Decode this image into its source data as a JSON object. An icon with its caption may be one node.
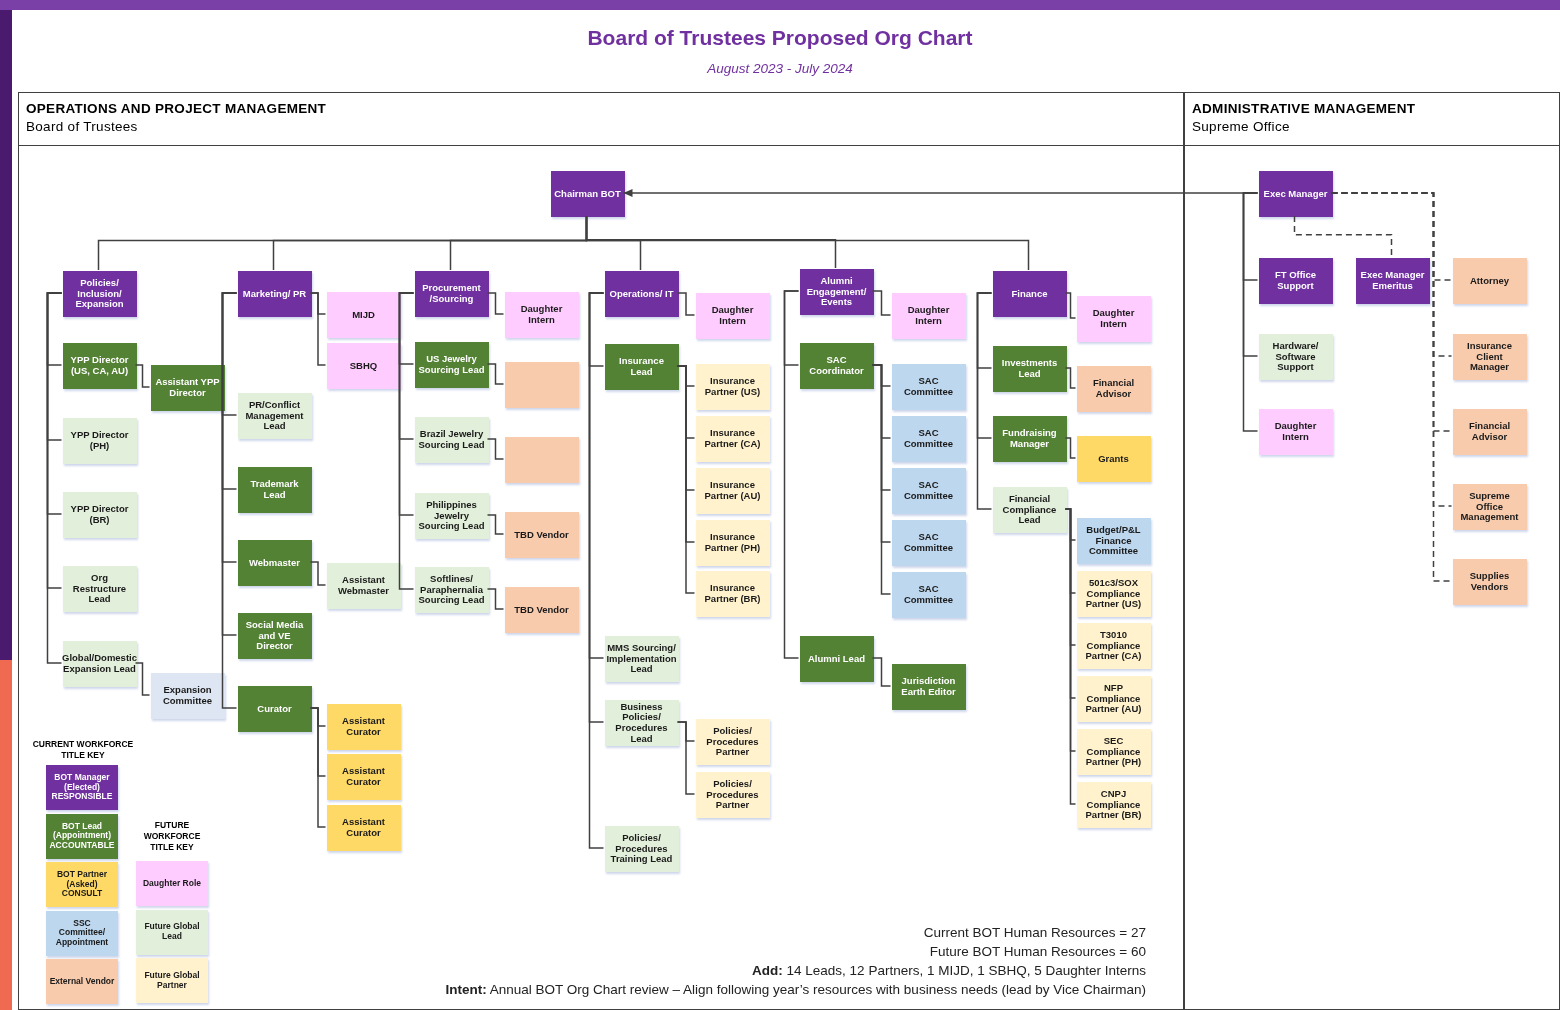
{
  "diagram": {
    "title": "Board of Trustees Proposed Org Chart",
    "nodes": [
      {
        "text": [
          "OPERATIONS AND PROJECT MANAGEMENT",
          "Board of Trustees"
        ]
      },
      {
        "text": [
          "Chairman BOT"
        ],
        "in": 0
      },
      {
        "text": [
          "Policies/ Inclusion/ Expansion"
        ],
        "in": 0
      },
      {
        "text": [
          "YPP Director (US, CA, AU)"
        ],
        "in": 0
      },
      {
        "text": [
          "Assistant YPP Director"
        ],
        "in": 0
      },
      {
        "text": [
          "YPP Director (PH)"
        ],
        "in": 0
      },
      {
        "text": [
          "YPP Director (BR)"
        ],
        "in": 0
      },
      {
        "text": [
          "Org Restructure Lead"
        ],
        "in": 0
      },
      {
        "text": [
          "Global/Domestic Expansion Lead"
        ],
        "in": 0
      },
      {
        "text": [
          "Expansion Committee"
        ],
        "in": 0
      },
      {
        "text": [
          "Marketing/ PR"
        ],
        "in": 0
      },
      {
        "text": [
          "MIJD"
        ],
        "in": 0
      },
      {
        "text": [
          "SBHQ"
        ],
        "in": 0
      },
      {
        "text": [
          "PR/Conflict Management Lead"
        ],
        "in": 0
      },
      {
        "text": [
          "Trademark Lead"
        ],
        "in": 0
      },
      {
        "text": [
          "Webmaster"
        ],
        "in": 0
      },
      {
        "text": [
          "Assistant Webmaster"
        ],
        "in": 0
      },
      {
        "text": [
          "Social Media and VE Director"
        ],
        "in": 0
      },
      {
        "text": [
          "Curator"
        ],
        "in": 0
      },
      {
        "text": [
          "Assistant Curator"
        ],
        "in": 0
      },
      {
        "text": [
          "Assistant Curator"
        ],
        "in": 0
      },
      {
        "text": [
          "Assistant Curator"
        ],
        "in": 0
      },
      {
        "text": [
          "Procurement /Sourcing"
        ],
        "in": 0
      },
      {
        "text": [
          "Daughter Intern"
        ],
        "in": 0
      },
      {
        "text": [
          "US Jewelry Sourcing Lead"
        ],
        "in": 0
      },
      {
        "text": [],
        "shape": "box",
        "in": 0
      },
      {
        "text": [
          "Brazil Jewelry Sourcing Lead"
        ],
        "in": 0
      },
      {
        "text": [],
        "shape": "box",
        "in": 0
      },
      {
        "text": [
          "Philippines Jewelry Sourcing Lead"
        ],
        "in": 0
      },
      {
        "text": [
          "TBD Vendor"
        ],
        "in": 0
      },
      {
        "text": [
          "Softlines/ Paraphernalia Sourcing Lead"
        ],
        "in": 0
      },
      {
        "text": [
          "TBD Vendor"
        ],
        "in": 0
      },
      {
        "text": [
          "Operations/ IT"
        ],
        "in": 0
      },
      {
        "text": [
          "Daughter Intern"
        ],
        "in": 0
      },
      {
        "text": [
          "Insurance Lead"
        ],
        "in": 0
      },
      {
        "text": [
          "Insurance Partner (US)"
        ],
        "in": 0
      },
      {
        "text": [
          "Insurance Partner (CA)"
        ],
        "in": 0
      },
      {
        "text": [
          "Insurance Partner (AU)"
        ],
        "in": 0
      },
      {
        "text": [
          "Insurance Partner (PH)"
        ],
        "in": 0
      },
      {
        "text": [
          "Insurance Partner (BR)"
        ],
        "in": 0
      },
      {
        "text": [
          "MMS Sourcing/ Implementation Lead"
        ],
        "in": 0
      },
      {
        "text": [
          "Business Policies/ Procedures Lead"
        ],
        "in": 0
      },
      {
        "text": [
          "Policies/ Procedures Partner"
        ],
        "in": 0
      },
      {
        "text": [
          "Policies/ Procedures Partner"
        ],
        "in": 0
      },
      {
        "text": [
          "Policies/ Procedures Training Lead"
        ],
        "in": 0
      },
      {
        "text": [
          "Alumni Engagement/ Events"
        ],
        "in": 0
      },
      {
        "text": [
          "Daughter Intern"
        ],
        "in": 0
      },
      {
        "text": [
          "SAC Coordinator"
        ],
        "in": 0
      },
      {
        "text": [
          "SAC Committee"
        ],
        "in": 0
      },
      {
        "text": [
          "SAC Committee"
        ],
        "in": 0
      },
      {
        "text": [
          "SAC Committee"
        ],
        "in": 0
      },
      {
        "text": [
          "SAC Committee"
        ],
        "in": 0
      },
      {
        "text": [
          "SAC Committee"
        ],
        "in": 0
      },
      {
        "text": [
          "Alumni Lead"
        ],
        "in": 0
      },
      {
        "text": [
          "Jurisdiction Earth Editor"
        ],
        "in": 0
      },
      {
        "text": [
          "Finance"
        ],
        "in": 0
      },
      {
        "text": [
          "Daughter Intern"
        ],
        "in": 0
      },
      {
        "text": [
          "Investments Lead"
        ],
        "in": 0
      },
      {
        "text": [
          "Financial Advisor"
        ],
        "in": 0
      },
      {
        "text": [
          "Fundraising Manager"
        ],
        "in": 0
      },
      {
        "text": [
          "Grants"
        ],
        "in": 0
      },
      {
        "text": [
          "Financial Compliance Lead"
        ],
        "in": 0
      },
      {
        "text": [
          "Budget/P&L Finance Committee"
        ],
        "in": 0
      },
      {
        "text": [
          "501c3/SOX Compliance Partner (US)"
        ],
        "in": 0
      },
      {
        "text": [
          "T3010 Compliance Partner (CA)"
        ],
        "in": 0
      },
      {
        "text": [
          "NFP Compliance Partner (AU)"
        ],
        "in": 0
      },
      {
        "text": [
          "SEC Compliance Partner (PH)"
        ],
        "in": 0
      },
      {
        "text": [
          "CNPJ Compliance Partner (BR)"
        ],
        "in": 0
      },
      {
        "text": [
          "ADMINISTRATIVE MANAGEMENT",
          "Supreme Office"
        ]
      },
      {
        "text": [
          "Exec Manager"
        ],
        "in": 68
      },
      {
        "text": [
          "FT Office Support"
        ],
        "in": 68
      },
      {
        "text": [
          "Exec Manager Emeritus"
        ],
        "in": 68
      },
      {
        "text": [
          "Hardware/ Software Support"
        ],
        "in": 68
      },
      {
        "text": [
          "Daughter Intern"
        ],
        "in": 68
      },
      {
        "text": [
          "Attorney"
        ],
        "in": 68
      },
      {
        "text": [
          "Insurance Client Manager"
        ],
        "in": 68
      },
      {
        "text": [
          "Financial Advisor"
        ],
        "in": 68
      },
      {
        "text": [
          "Supreme Office Management"
        ],
        "in": 68
      },
      {
        "text": [
          "Supplies Vendors"
        ],
        "in": 68
      }
    ],
    "edges": [
      {
        "from": 1,
        "to": 2,
        "arrow": "none"
      },
      {
        "from": 1,
        "to": 10,
        "arrow": "none"
      },
      {
        "from": 1,
        "to": 22,
        "arrow": "none"
      },
      {
        "from": 1,
        "to": 32,
        "arrow": "none"
      },
      {
        "from": 1,
        "to": 45,
        "arrow": "none"
      },
      {
        "from": 1,
        "to": 55,
        "arrow": "none"
      },
      {
        "from": 2,
        "to": 3,
        "arrow": "none"
      },
      {
        "from": 3,
        "to": 4,
        "arrow": "none"
      },
      {
        "from": 2,
        "to": 5,
        "arrow": "none"
      },
      {
        "from": 2,
        "to": 6,
        "arrow": "none"
      },
      {
        "from": 2,
        "to": 7,
        "arrow": "none"
      },
      {
        "from": 2,
        "to": 8,
        "arrow": "none"
      },
      {
        "from": 8,
        "to": 9,
        "arrow": "none"
      },
      {
        "from": 10,
        "to": 11,
        "arrow": "none"
      },
      {
        "from": 10,
        "to": 12,
        "arrow": "none"
      },
      {
        "from": 10,
        "to": 13,
        "arrow": "none"
      },
      {
        "from": 10,
        "to": 14,
        "arrow": "none"
      },
      {
        "from": 10,
        "to": 15,
        "arrow": "none"
      },
      {
        "from": 15,
        "to": 16,
        "arrow": "none"
      },
      {
        "from": 10,
        "to": 17,
        "arrow": "none"
      },
      {
        "from": 10,
        "to": 18,
        "arrow": "none"
      },
      {
        "from": 18,
        "to": 19,
        "arrow": "none"
      },
      {
        "from": 18,
        "to": 20,
        "arrow": "none"
      },
      {
        "from": 18,
        "to": 21,
        "arrow": "none"
      },
      {
        "from": 22,
        "to": 23,
        "arrow": "none"
      },
      {
        "from": 22,
        "to": 24,
        "arrow": "none"
      },
      {
        "from": 24,
        "to": 25,
        "arrow": "none"
      },
      {
        "from": 22,
        "to": 26,
        "arrow": "none"
      },
      {
        "from": 26,
        "to": 27,
        "arrow": "none"
      },
      {
        "from": 22,
        "to": 28,
        "arrow": "none"
      },
      {
        "from": 28,
        "to": 29,
        "arrow": "none"
      },
      {
        "from": 22,
        "to": 30,
        "arrow": "none"
      },
      {
        "from": 30,
        "to": 31,
        "arrow": "none"
      },
      {
        "from": 32,
        "to": 33,
        "arrow": "none"
      },
      {
        "from": 32,
        "to": 34,
        "arrow": "none"
      },
      {
        "from": 34,
        "to": 35,
        "arrow": "none"
      },
      {
        "from": 34,
        "to": 36,
        "arrow": "none"
      },
      {
        "from": 34,
        "to": 37,
        "arrow": "none"
      },
      {
        "from": 34,
        "to": 38,
        "arrow": "none"
      },
      {
        "from": 34,
        "to": 39,
        "arrow": "none"
      },
      {
        "from": 32,
        "to": 40,
        "arrow": "none"
      },
      {
        "from": 32,
        "to": 41,
        "arrow": "none"
      },
      {
        "from": 41,
        "to": 42,
        "arrow": "none"
      },
      {
        "from": 41,
        "to": 43,
        "arrow": "none"
      },
      {
        "from": 32,
        "to": 44,
        "arrow": "none"
      },
      {
        "from": 45,
        "to": 46,
        "arrow": "none"
      },
      {
        "from": 45,
        "to": 47,
        "arrow": "none"
      },
      {
        "from": 47,
        "to": 48,
        "arrow": "none"
      },
      {
        "from": 47,
        "to": 49,
        "arrow": "none"
      },
      {
        "from": 47,
        "to": 50,
        "arrow": "none"
      },
      {
        "from": 47,
        "to": 51,
        "arrow": "none"
      },
      {
        "from": 47,
        "to": 52,
        "arrow": "none"
      },
      {
        "from": 45,
        "to": 53,
        "arrow": "none"
      },
      {
        "from": 53,
        "to": 54,
        "arrow": "none"
      },
      {
        "from": 55,
        "to": 56,
        "arrow": "none"
      },
      {
        "from": 55,
        "to": 57,
        "arrow": "none"
      },
      {
        "from": 57,
        "to": 58,
        "arrow": "none"
      },
      {
        "from": 55,
        "to": 59,
        "arrow": "none"
      },
      {
        "from": 59,
        "to": 60,
        "arrow": "none"
      },
      {
        "from": 55,
        "to": 61,
        "arrow": "none"
      },
      {
        "from": 61,
        "to": 62,
        "arrow": "none"
      },
      {
        "from": 61,
        "to": 63,
        "arrow": "none"
      },
      {
        "from": 61,
        "to": 64,
        "arrow": "none"
      },
      {
        "from": 61,
        "to": 65,
        "arrow": "none"
      },
      {
        "from": 61,
        "to": 66,
        "arrow": "none"
      },
      {
        "from": 61,
        "to": 67,
        "arrow": "none"
      },
      {
        "from": 69,
        "to": 1,
        "arrow": "to"
      },
      {
        "from": 69,
        "to": 70,
        "arrow": "none"
      },
      {
        "from": 69,
        "to": 71,
        "arrow": "none",
        "style": "dashed"
      },
      {
        "from": 69,
        "to": 72,
        "arrow": "none"
      },
      {
        "from": 69,
        "to": 73,
        "arrow": "none"
      },
      {
        "from": 69,
        "to": 74,
        "arrow": "none",
        "style": "dashed"
      },
      {
        "from": 69,
        "to": 75,
        "arrow": "none",
        "style": "dashed"
      },
      {
        "from": 69,
        "to": 76,
        "arrow": "none",
        "style": "dashed"
      },
      {
        "from": 69,
        "to": 77,
        "arrow": "none",
        "style": "dashed"
      },
      {
        "from": 69,
        "to": 78,
        "arrow": "none",
        "style": "dashed"
      }
    ],
    "labels": [
      "August 2023 - July 2024",
      "CURRENT WORKFORCE TITLE KEY",
      "FUTURE WORKFORCE TITLE KEY",
      "Current BOT Human Resources = 27",
      "Future BOT Human Resources = 60",
      "**Add:** 14 Leads, 12 Partners, 1 MIJD, 1 SBHQ, 5 Daughter Interns",
      "**Intent:** Annual BOT Org Chart review – Align following year’s resources with business needs (lead by Vice Chairman)"
    ],
    "legend": [
      {
        "text": "BOT Manager (Elected) RESPONSIBLE",
        "color": "#7030a0"
      },
      {
        "text": "BOT Lead (Appointment) ACCOUNTABLE",
        "color": "#548235"
      },
      {
        "text": "BOT Partner (Asked) CONSULT",
        "color": "#ffd966"
      },
      {
        "text": "SSC Committee/ Appointment",
        "color": "#bdd7ee"
      },
      {
        "text": "External Vendor",
        "color": "#f8cbad"
      },
      {
        "text": "Daughter Role",
        "color": "#ffccff"
      },
      {
        "text": "Future Global Lead",
        "color": "#e2efda"
      },
      {
        "text": "Future Global Partner",
        "color": "#fff2cc"
      }
    ]
  }
}
